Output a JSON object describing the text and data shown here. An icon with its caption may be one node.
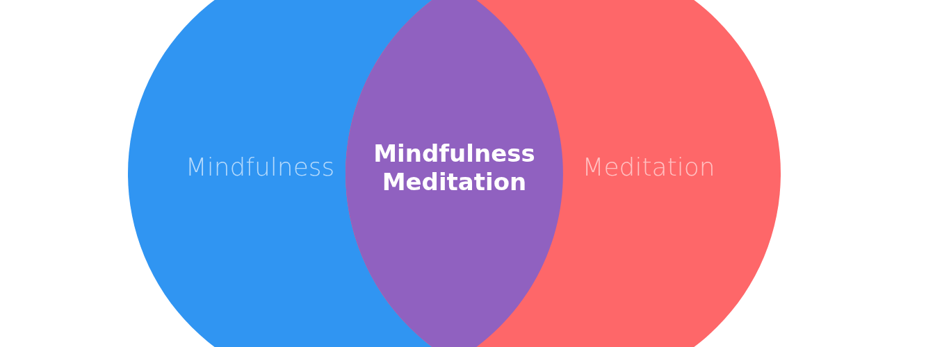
{
  "diagram": {
    "nodes": [
      {
        "text": [
          "Mindfulness"
        ]
      },
      {
        "text": [
          "Meditation"
        ]
      },
      {
        "text": [
          "Mindfulness Meditation"
        ]
      }
    ]
  }
}
